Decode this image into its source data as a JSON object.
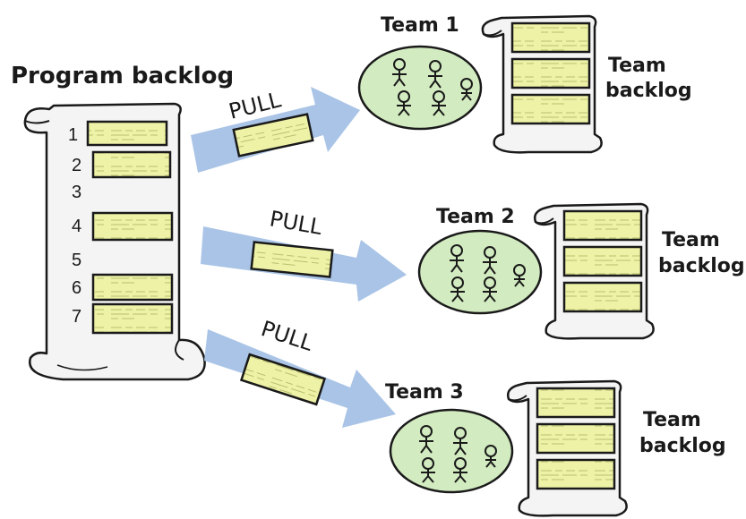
{
  "program": {
    "title": "Program backlog",
    "numbers": [
      "1",
      "2",
      "3",
      "4",
      "5",
      "6",
      "7"
    ]
  },
  "pull_label": "PULL",
  "teams": [
    {
      "name": "Team 1",
      "backlog_label_1": "Team",
      "backlog_label_2": "backlog"
    },
    {
      "name": "Team 2",
      "backlog_label_1": "Team",
      "backlog_label_2": "backlog"
    },
    {
      "name": "Team 3",
      "backlog_label_1": "Team",
      "backlog_label_2": "backlog"
    }
  ],
  "colors": {
    "arrow": "#a9c4e6",
    "card": "#eef2a6",
    "team_circle": "#d2ebc0",
    "scroll": "#f4f4f4",
    "ink": "#1a1a1a"
  }
}
